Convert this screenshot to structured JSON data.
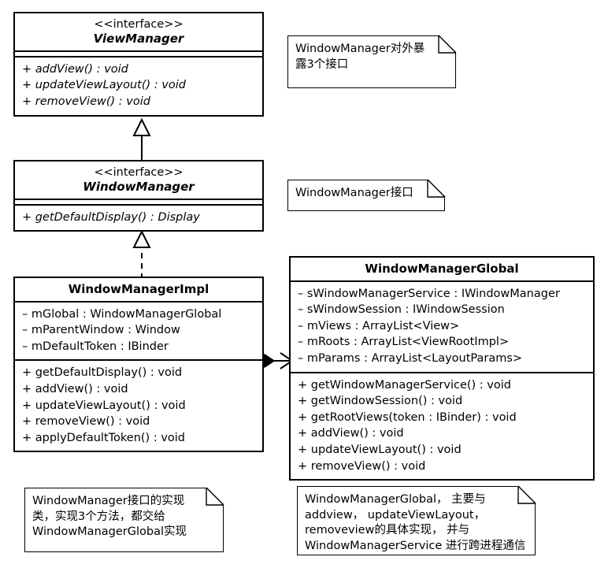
{
  "diagram": {
    "title": "WindowManager UML Class Diagram",
    "background": "#ffffff",
    "line_color": "#000000"
  },
  "classes": [
    {
      "id": "view-manager",
      "stereotype": "<<interface>>",
      "name": "ViewManager",
      "attributes": [],
      "methods": [
        "+ addView() : void",
        "+ updateViewLayout() : void",
        "+ removeView() : void"
      ]
    },
    {
      "id": "window-manager",
      "stereotype": "<<interface>>",
      "name": "WindowManager",
      "attributes": [],
      "methods": [
        "+ getDefaultDisplay() : Display"
      ]
    },
    {
      "id": "window-manager-impl",
      "stereotype": "",
      "name": "WindowManagerImpl",
      "attributes": [
        "– mGlobal : WindowManagerGlobal",
        "– mParentWindow : Window",
        "– mDefaultToken : IBinder"
      ],
      "methods": [
        "+ getDefaultDisplay() : void",
        "+ addView() : void",
        "+ updateViewLayout() : void",
        "+ removeView() : void",
        "+ applyDefaultToken() : void"
      ]
    },
    {
      "id": "window-manager-global",
      "stereotype": "",
      "name": "WindowManagerGlobal",
      "attributes": [
        "– sWindowManagerService : IWindowManager",
        "– sWindowSession : IWindowSession",
        "– mViews : ArrayList<View>",
        "– mRoots : ArrayList<ViewRootImpl>",
        "– mParams : ArrayList<LayoutParams>"
      ],
      "methods": [
        "+ getWindowManagerService() : void",
        "+ getWindowSession() : void",
        "+ getRootViews(token : IBinder) : void",
        "+ addView() : void",
        "+ updateViewLayout() : void",
        "+ removeView() : void"
      ]
    }
  ],
  "notes": [
    {
      "id": "note-viewmanager",
      "text": "WindowManager对外暴\n露3个接口"
    },
    {
      "id": "note-windowmanager",
      "text": "WindowManager接口"
    },
    {
      "id": "note-impl",
      "text": "WindowManager接口的实现\n类，实现3个方法，都交给\nWindowManagerGlobal实现"
    },
    {
      "id": "note-global",
      "text": "WindowManagerGlobal， 主要与\naddview， updateViewLayout，\nremoveview的具体实现， 并与\nWindowManagerService 进行跨进程通信"
    }
  ],
  "connectors": [
    {
      "id": "generalization-windowmanager-viewmanager",
      "kind": "generalization",
      "style": "solid",
      "head": "hollow-triangle",
      "from": "WindowManager",
      "to": "ViewManager"
    },
    {
      "id": "realization-impl-windowmanager",
      "kind": "realization",
      "style": "dashed",
      "head": "hollow-triangle",
      "from": "WindowManagerImpl",
      "to": "WindowManager"
    },
    {
      "id": "composition-impl-global",
      "kind": "composition",
      "style": "solid",
      "head": "open-arrow",
      "tail": "filled-diamond",
      "from": "WindowManagerImpl",
      "to": "WindowManagerGlobal"
    }
  ]
}
